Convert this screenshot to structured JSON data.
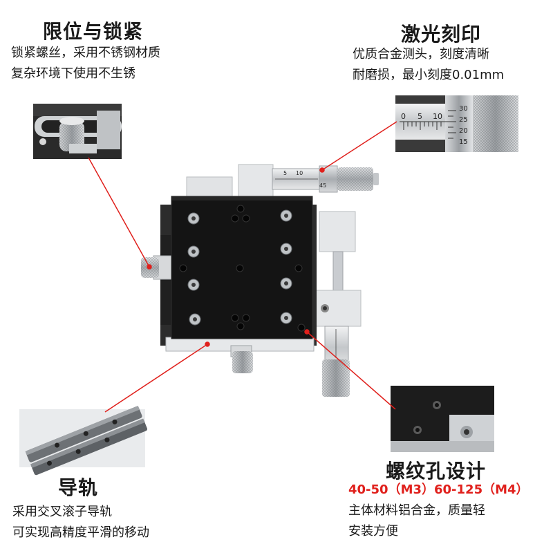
{
  "colors": {
    "accent": "#e0201c",
    "leader": "#e0201c",
    "text": "#1a1a1a",
    "stage": "#141414",
    "metal": "#c9cccf"
  },
  "limit_lock": {
    "title": "限位与锁紧",
    "desc_lines": [
      "锁紧螺丝，采用不锈钢材质",
      "复杂环境下使用不生锈"
    ]
  },
  "laser": {
    "title": "激光刻印",
    "desc_lines": [
      "优质合金测头，刻度清晰",
      "耐磨损，最小刻度0.01mm"
    ]
  },
  "micrometer_scale": {
    "main": [
      "0",
      "5",
      "10"
    ],
    "thimble": [
      "30",
      "25",
      "20",
      "15"
    ],
    "small_main": [
      "5",
      "10"
    ],
    "small_thimble": [
      "45"
    ]
  },
  "guide": {
    "title": "导轨",
    "desc_lines": [
      "采用交叉滚子导轨",
      "可实现高精度平滑的移动"
    ]
  },
  "thread": {
    "title": "螺纹孔设计",
    "spec": "40-50（M3）60-125（M4）",
    "desc_lines": [
      "主体材料铝合金，质量轻",
      "安装方便"
    ]
  }
}
